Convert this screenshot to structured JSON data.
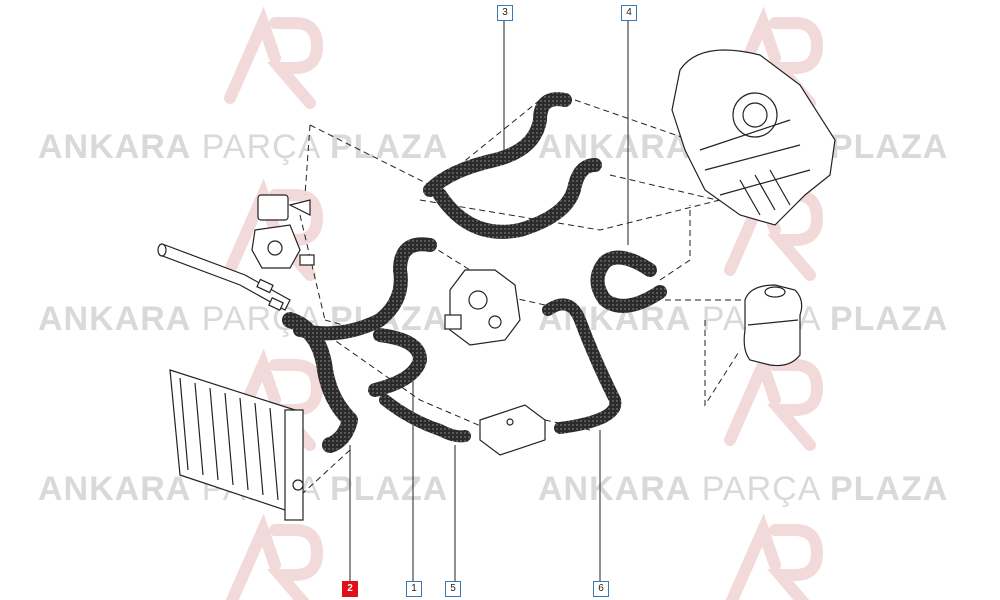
{
  "watermark": {
    "brand_bold_left": "ANKARA",
    "brand_middle": "PARÇA",
    "brand_bold_right": "PLAZA"
  },
  "callouts": [
    {
      "id": "c3",
      "label": "3",
      "selected": false
    },
    {
      "id": "c4",
      "label": "4",
      "selected": false
    },
    {
      "id": "c2",
      "label": "2",
      "selected": true
    },
    {
      "id": "c1",
      "label": "1",
      "selected": false
    },
    {
      "id": "c5",
      "label": "5",
      "selected": false
    },
    {
      "id": "c6",
      "label": "6",
      "selected": false
    }
  ],
  "colors": {
    "line": "#1a1a1a",
    "hose_fill": "#2b2b2b",
    "callout_border": "#3a78b5",
    "selected": "#e0101a",
    "watermark": "#d9d9d9",
    "logo": "#f3d9d9"
  }
}
